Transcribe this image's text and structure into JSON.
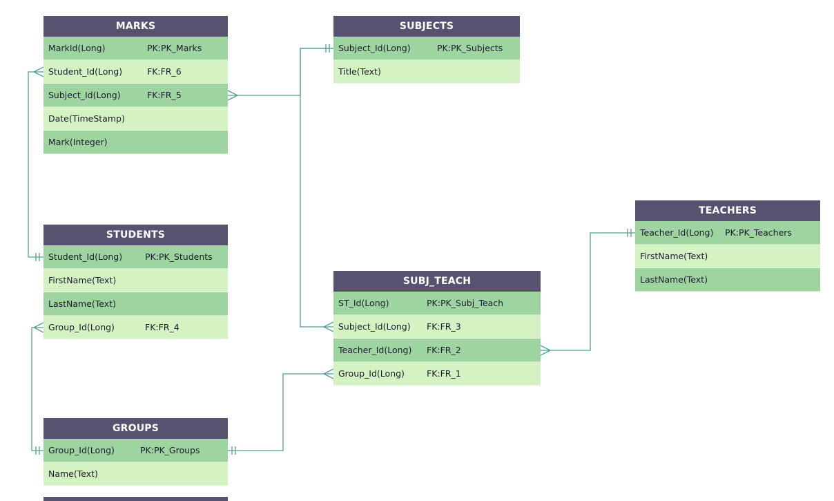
{
  "colors": {
    "header_bg": "#585271",
    "header_text": "#ffffff",
    "row_green_dark": "#9ed4a0",
    "row_green_light": "#d5f2c2",
    "row_text": "#1b1b2f",
    "connector_line": "#529e93"
  },
  "tables": [
    {
      "name": "MARKS",
      "rows": [
        {
          "field": "MarkId(Long)",
          "key": "PK:PK_Marks"
        },
        {
          "field": "Student_Id(Long)",
          "key": "FK:FR_6"
        },
        {
          "field": "Subject_Id(Long)",
          "key": "FK:FR_5"
        },
        {
          "field": "Date(TimeStamp)",
          "key": ""
        },
        {
          "field": "Mark(Integer)",
          "key": ""
        }
      ]
    },
    {
      "name": "SUBJECTS",
      "rows": [
        {
          "field": "Subject_Id(Long)",
          "key": "PK:PK_Subjects"
        },
        {
          "field": "Title(Text)",
          "key": ""
        }
      ]
    },
    {
      "name": "TEACHERS",
      "rows": [
        {
          "field": "Teacher_Id(Long)",
          "key": "PK:PK_Teachers"
        },
        {
          "field": "FirstName(Text)",
          "key": ""
        },
        {
          "field": "LastName(Text)",
          "key": ""
        }
      ]
    },
    {
      "name": "STUDENTS",
      "rows": [
        {
          "field": "Student_Id(Long)",
          "key": "PK:PK_Students"
        },
        {
          "field": "FirstName(Text)",
          "key": ""
        },
        {
          "field": "LastName(Text)",
          "key": ""
        },
        {
          "field": "Group_Id(Long)",
          "key": "FK:FR_4"
        }
      ]
    },
    {
      "name": "SUBJ_TEACH",
      "rows": [
        {
          "field": "ST_Id(Long)",
          "key": "PK:PK_Subj_Teach"
        },
        {
          "field": "Subject_Id(Long)",
          "key": "FK:FR_3"
        },
        {
          "field": "Teacher_Id(Long)",
          "key": "FK:FR_2"
        },
        {
          "field": "Group_Id(Long)",
          "key": "FK:FR_1"
        }
      ]
    },
    {
      "name": "GROUPS",
      "rows": [
        {
          "field": "Group_Id(Long)",
          "key": "PK:PK_Groups"
        },
        {
          "field": "Name(Text)",
          "key": ""
        }
      ]
    }
  ],
  "relationships": [
    {
      "foreign_key": "FR_6",
      "one": "STUDENTS.Student_Id",
      "many": "MARKS.Student_Id"
    },
    {
      "foreign_key": "FR_5",
      "one": "SUBJECTS.Subject_Id",
      "many": "MARKS.Subject_Id"
    },
    {
      "foreign_key": "FR_3",
      "one": "SUBJECTS.Subject_Id",
      "many": "SUBJ_TEACH.Subject_Id"
    },
    {
      "foreign_key": "FR_4",
      "one": "GROUPS.Group_Id",
      "many": "STUDENTS.Group_Id"
    },
    {
      "foreign_key": "FR_1",
      "one": "GROUPS.Group_Id",
      "many": "SUBJ_TEACH.Group_Id"
    },
    {
      "foreign_key": "FR_2",
      "one": "TEACHERS.Teacher_Id",
      "many": "SUBJ_TEACH.Teacher_Id"
    }
  ]
}
